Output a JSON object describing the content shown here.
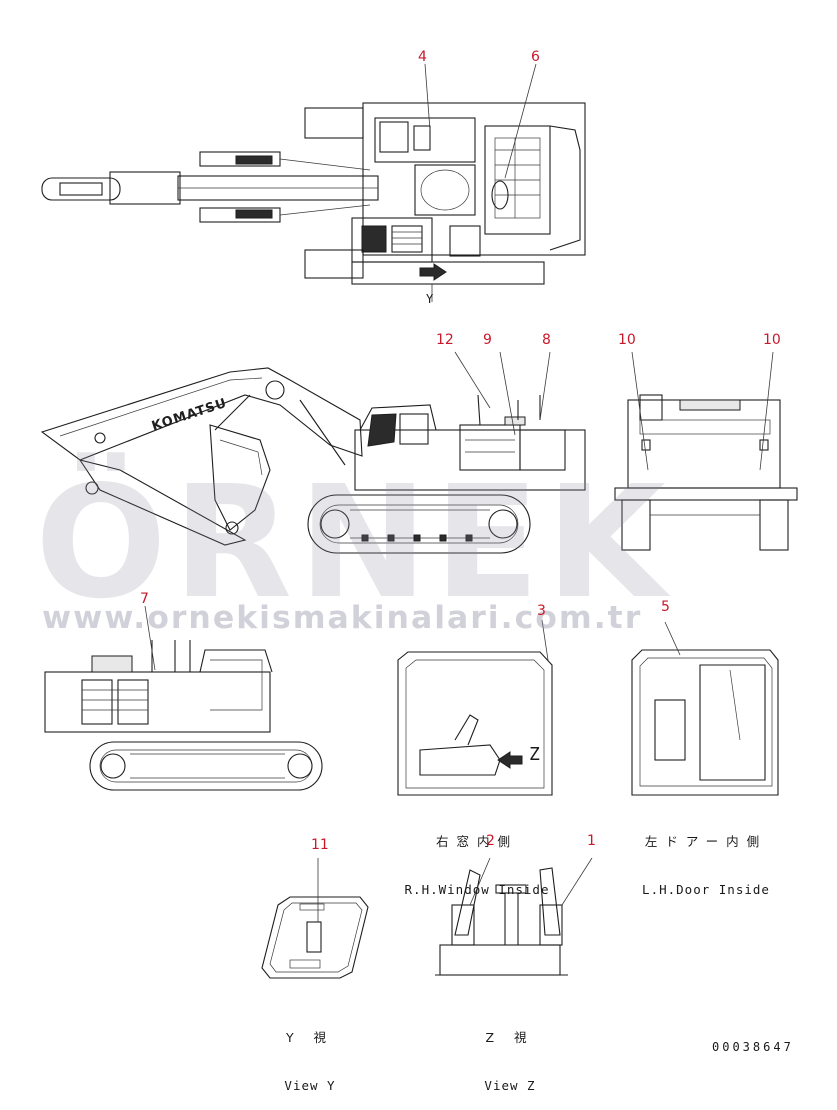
{
  "callouts": {
    "c4": "4",
    "c6": "6",
    "c12": "12",
    "c9": "9",
    "c8": "8",
    "c10a": "10",
    "c10b": "10",
    "c7": "7",
    "c3": "3",
    "c5": "5",
    "c11": "11",
    "c2": "2",
    "c1": "1"
  },
  "captions": {
    "rh_window_jp": "右窓内側",
    "rh_window_en": "R.H.Window Inside",
    "lh_door_jp": "左ドアー内側",
    "lh_door_en": "L.H.Door Inside",
    "view_y_jp": "Y 視",
    "view_y_en": "View Y",
    "view_z_jp": "Z 視",
    "view_z_en": "View Z"
  },
  "view_labels": {
    "y": "Y",
    "z": "Z"
  },
  "machine_logo": "KOMATSU",
  "document_number": "00038647",
  "watermark": {
    "logo": "ÖRNEK",
    "url": "www.ornekismakinalari.com.tr"
  },
  "colors": {
    "callout": "#c8192b",
    "line": "#1e1e1e",
    "watermark": "#8c8ca0"
  }
}
